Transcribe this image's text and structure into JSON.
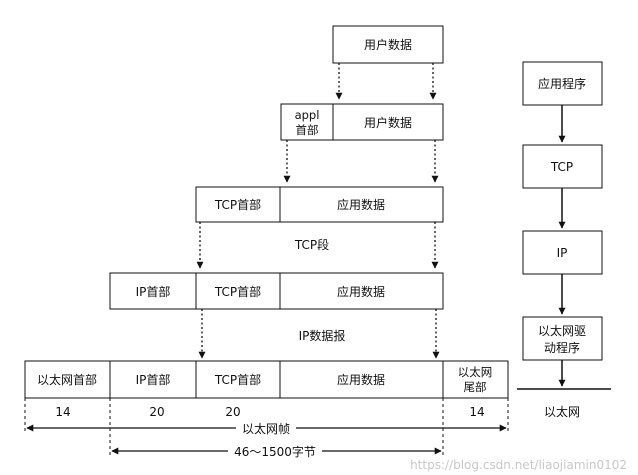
{
  "colors": {
    "stroke": "#111111",
    "text": "#111111",
    "watermark": "#c8c8c8",
    "background": "#ffffff"
  },
  "row1": {
    "user_data": "用户数据"
  },
  "row2": {
    "appl_header_line1": "appl",
    "appl_header_line2": "首部",
    "user_data": "用户数据"
  },
  "row3": {
    "tcp_header": "TCP首部",
    "app_data": "应用数据",
    "segment_label": "TCP段"
  },
  "row4": {
    "ip_header": "IP首部",
    "tcp_header": "TCP首部",
    "app_data": "应用数据",
    "datagram_label": "IP数据报"
  },
  "row5": {
    "eth_header": "以太网首部",
    "ip_header": "IP首部",
    "tcp_header": "TCP首部",
    "app_data": "应用数据",
    "eth_trailer_line1": "以太网",
    "eth_trailer_line2": "尾部"
  },
  "sizes": {
    "eth_header": "14",
    "ip_header": "20",
    "tcp_header": "20",
    "eth_trailer": "14"
  },
  "frame": {
    "label": "以太网帧",
    "payload_range": "46～1500字节"
  },
  "stack": {
    "application": "应用程序",
    "tcp": "TCP",
    "ip": "IP",
    "driver_line1": "以太网驱",
    "driver_line2": "动程序",
    "medium": "以太网"
  },
  "watermark": "https://blog.csdn.net/liaojiamin0102"
}
